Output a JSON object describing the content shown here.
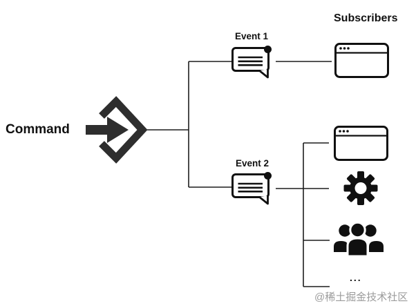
{
  "diagram": {
    "command_label": "Command",
    "subscribers_title": "Subscribers",
    "event1_label": "Event 1",
    "event2_label": "Event 2",
    "ellipsis": "...",
    "watermark": "@稀土掘金技术社区",
    "nodes": {
      "source": "Command",
      "events": [
        "Event 1",
        "Event 2"
      ],
      "subscribers": [
        "browser-window",
        "browser-window",
        "gear",
        "people-group",
        "..."
      ]
    },
    "colors": {
      "background": "#ffffff",
      "line": "#1c1c1c",
      "icon": "#101010",
      "chevron": "#2e2e2e",
      "text": "#111111",
      "watermark": "#9b9b9b"
    }
  }
}
